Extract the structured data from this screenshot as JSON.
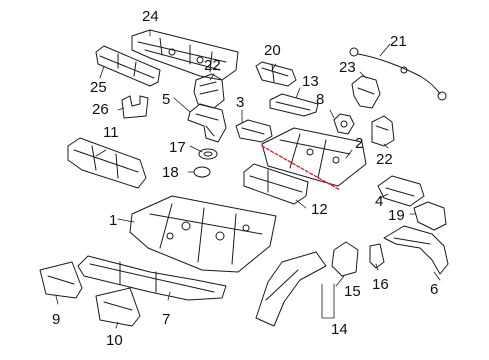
{
  "diagram": {
    "type": "parts-exploded-view",
    "line_color": "#1a1a1a",
    "highlight_color": "#e0162b",
    "callouts": [
      {
        "id": "c1",
        "label": "1"
      },
      {
        "id": "c2",
        "label": "2"
      },
      {
        "id": "c3",
        "label": "3"
      },
      {
        "id": "c4",
        "label": "4"
      },
      {
        "id": "c5",
        "label": "5"
      },
      {
        "id": "c6",
        "label": "6"
      },
      {
        "id": "c7",
        "label": "7"
      },
      {
        "id": "c8",
        "label": "8"
      },
      {
        "id": "c9",
        "label": "9"
      },
      {
        "id": "c10",
        "label": "10"
      },
      {
        "id": "c11",
        "label": "11"
      },
      {
        "id": "c12",
        "label": "12"
      },
      {
        "id": "c13",
        "label": "13"
      },
      {
        "id": "c14",
        "label": "14"
      },
      {
        "id": "c15",
        "label": "15"
      },
      {
        "id": "c16",
        "label": "16"
      },
      {
        "id": "c17",
        "label": "17"
      },
      {
        "id": "c18",
        "label": "18"
      },
      {
        "id": "c19",
        "label": "19"
      },
      {
        "id": "c20",
        "label": "20"
      },
      {
        "id": "c21",
        "label": "21"
      },
      {
        "id": "c22a",
        "label": "22"
      },
      {
        "id": "c22b",
        "label": "22"
      },
      {
        "id": "c23",
        "label": "23"
      },
      {
        "id": "c24",
        "label": "24"
      },
      {
        "id": "c25",
        "label": "25"
      },
      {
        "id": "c26",
        "label": "26"
      }
    ]
  }
}
